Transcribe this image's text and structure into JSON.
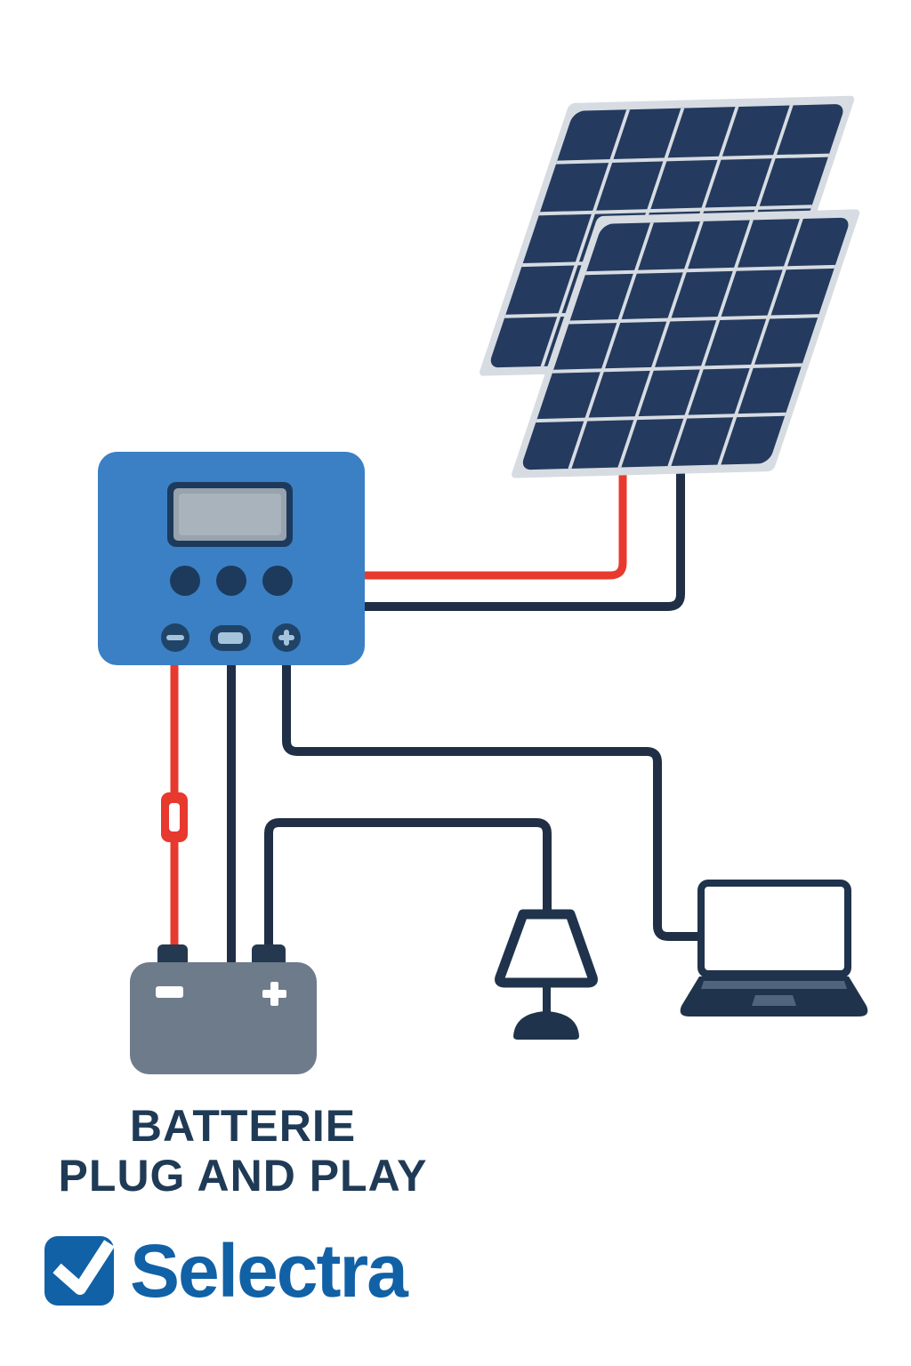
{
  "illustration": {
    "caption": {
      "line1": "BATTERIE",
      "line2": "PLUG AND PLAY"
    },
    "brand": {
      "name": "Selectra",
      "icon": "check-square-icon"
    },
    "components": {
      "solar_panels": {
        "count": 2,
        "cell_rows": 5,
        "cell_cols": 5
      },
      "charge_controller": {
        "indicator_count": 3,
        "buttons": [
          "minus",
          "display",
          "plus"
        ]
      },
      "fuse": {
        "on_wire": "red-battery-wire"
      },
      "battery": {
        "negative_symbol": "−",
        "positive_symbol": "+"
      },
      "appliances": [
        "lamp",
        "laptop"
      ]
    },
    "colors": {
      "panel_cell": "#243a5e",
      "panel_frame": "#d6dce2",
      "controller_body": "#3b80c4",
      "controller_button": "#1f4468",
      "controller_indicator": "#1d3a5c",
      "device_navy": "#20334c",
      "wire_dark": "#202f46",
      "wire_red": "#e8392f",
      "battery_body": "#6e7b8a",
      "battery_terminal": "#243950",
      "screen_gray": "#97a3ad",
      "accent_light_blue": "#a5c3da",
      "brand_blue": "#1161a6",
      "caption_navy": "#1f3a55"
    }
  }
}
